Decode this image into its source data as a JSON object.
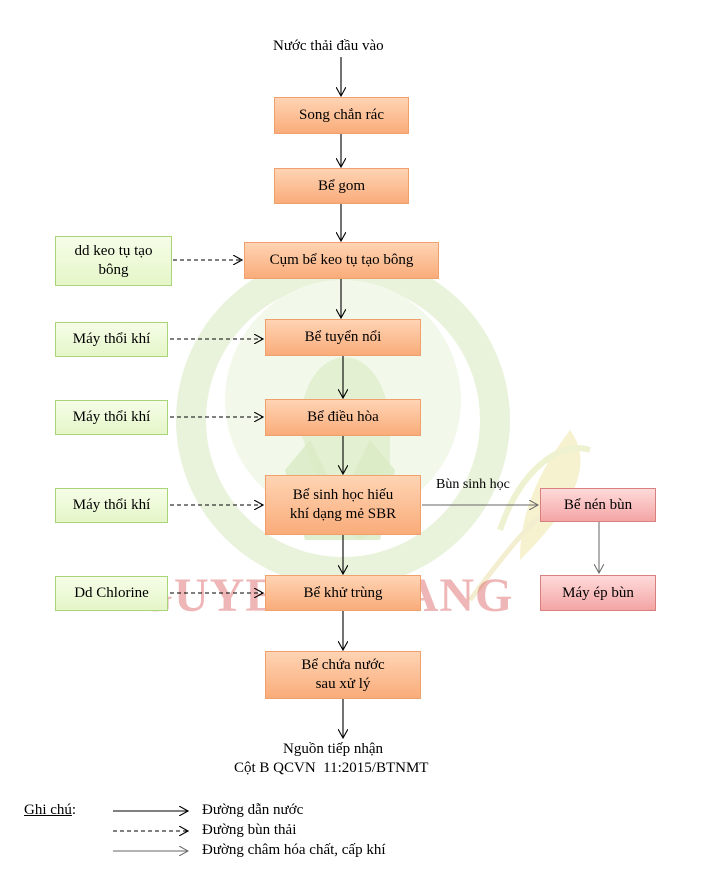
{
  "input_label": "Nước thải đầu vào",
  "main_steps": [
    "Song chắn rác",
    "Bể gom",
    "Cụm bể keo tụ tạo bông",
    "Bể tuyển nổi",
    "Bể điều hòa",
    "Bể sinh học hiếu khí dạng mẻ SBR",
    "Bể khử trùng",
    "Bể chứa nước sau xử lý"
  ],
  "chemicals": [
    "dd keo tụ tạo bông",
    "Máy thổi khí",
    "Máy thổi khí",
    "Máy thổi khí",
    "Dd Chlorine"
  ],
  "sludge": {
    "label": "Bùn sinh học",
    "thickener": "Bể nén bùn",
    "press": "Máy ép bùn"
  },
  "output": {
    "line1": "Nguồn tiếp nhận",
    "line2": "Cột B QCVN  11:2015/BTNMT"
  },
  "watermark": "NGUYEN KHANG",
  "legend": {
    "title": "Ghi chú",
    "items": [
      "Đường dẫn nước",
      "Đường bùn thải",
      "Đường châm hóa chất, cấp khí"
    ]
  },
  "colors": {
    "process_box": "#f9ac7a",
    "chemical_box": "#e5f6c8",
    "sludge_box": "#f4a5a5",
    "watermark_text": "#d65050"
  }
}
